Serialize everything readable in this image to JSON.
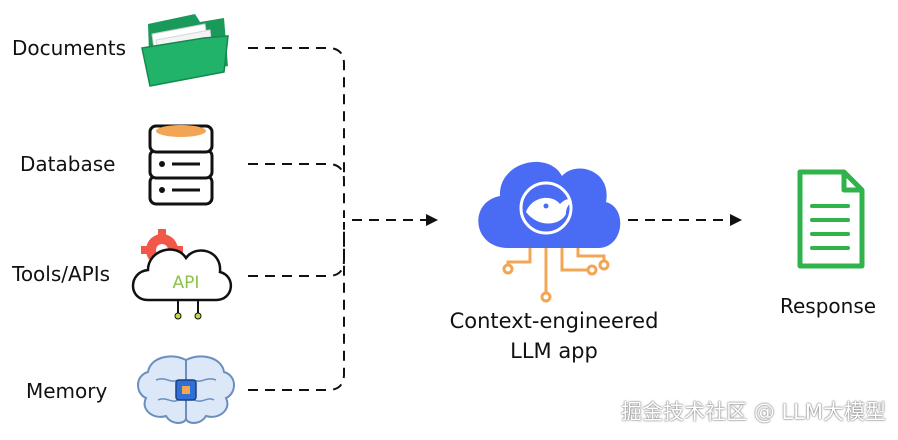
{
  "inputs": [
    {
      "label": "Documents",
      "icon": "folder-icon"
    },
    {
      "label": "Database",
      "icon": "database-icon"
    },
    {
      "label": "Tools/APIs",
      "icon": "api-cloud-icon"
    },
    {
      "label": "Memory",
      "icon": "brain-chip-icon"
    }
  ],
  "center": {
    "caption_line1": "Context-engineered",
    "caption_line2": "LLM app",
    "icon": "whale-cloud-icon"
  },
  "output": {
    "label": "Response",
    "icon": "document-icon"
  },
  "api_badge": "API",
  "watermark": "掘金技术社区 @ LLM大模型",
  "colors": {
    "folder_green": "#22b36b",
    "cloud_blue": "#4a6cf5",
    "circuit_orange": "#f2a654",
    "doc_green": "#2fb34a",
    "gear_red": "#f2584a",
    "api_text": "#8bc34a"
  }
}
